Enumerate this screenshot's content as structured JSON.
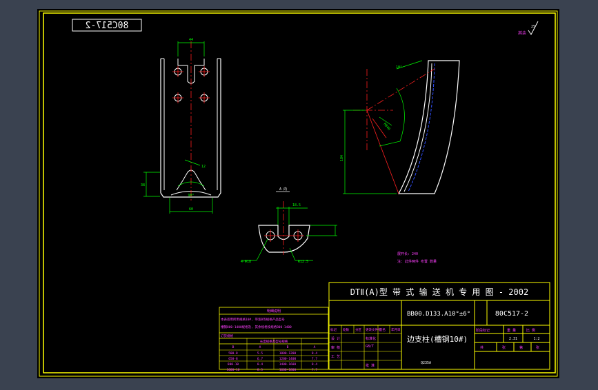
{
  "colors": {
    "background": "#3a4250",
    "paper": "#000000",
    "frame": "#ffff00",
    "outline": "#ffffff",
    "centerline": "#ff2020",
    "dimension": "#00ff00",
    "hidden": "#3050ff",
    "tableText": "#ff40ff"
  },
  "drawing": {
    "stamp": "80C517-2",
    "roughness_mark": "其余",
    "roughness_value": "25",
    "detail_a_label": "A 向",
    "dim_front_top": "44",
    "dim_front_bottom": "60",
    "dim_front_side": "38",
    "dim_front_small": "12",
    "dim_front_angle": "90°",
    "dim_side_height": "184",
    "dim_side_angle": "10°",
    "dim_side_radius": "R840",
    "dim_detail_top": "18.5",
    "dim_detail_holes": "4-Φ18",
    "dim_detail_radius": "R12.5",
    "note_1": "展开长: 240",
    "note_2": "注: 此件两件 布置 数量"
  },
  "title_block": {
    "project": "DTⅡ(A)型   带 式 输 送 机 专 用 图 - 2002",
    "spec": "BB00.D133.A10°±6°",
    "drawing_no": "80C517-2",
    "part_name": "边支柱(槽钢10#)",
    "standard": "GB/T",
    "material": "Q235A",
    "header_cells": [
      "标记",
      "处数",
      "分区",
      "更改文件号",
      "签名",
      "年月日"
    ],
    "row_labels": [
      "设 计",
      "标准化",
      "",
      "审 核",
      "工 艺",
      "",
      "批 准"
    ],
    "stage_label": "阶段标记",
    "weight_label": "重 量",
    "scale_label": "比 例",
    "weight": "2.31",
    "scale": "1:2",
    "sheet_total": "共",
    "sheet_label": "张",
    "sheet_no": "第",
    "sheet_label2": "张"
  },
  "material_table": {
    "title": "明细说明",
    "lines": [
      "本表适用所用规格10#, 带宽B等规格产品型号",
      "槽钢800-1400规格及, 其余规格按规格800-1400"
    ],
    "grid_title": "订货规格",
    "grid_sub": "长度规格及型号规格",
    "columns": [
      "B",
      "A",
      "B",
      "A"
    ],
    "rows": [
      [
        "500-8",
        "5.5",
        "1000-1200",
        "8.4"
      ],
      [
        "650-8",
        "6.7",
        "1200-1400",
        "7.7"
      ],
      [
        "800-10",
        "8.4",
        "1400-1600",
        "8.4"
      ],
      [
        "1000-10",
        "8.5",
        "1600-1800",
        "7.7"
      ]
    ]
  }
}
